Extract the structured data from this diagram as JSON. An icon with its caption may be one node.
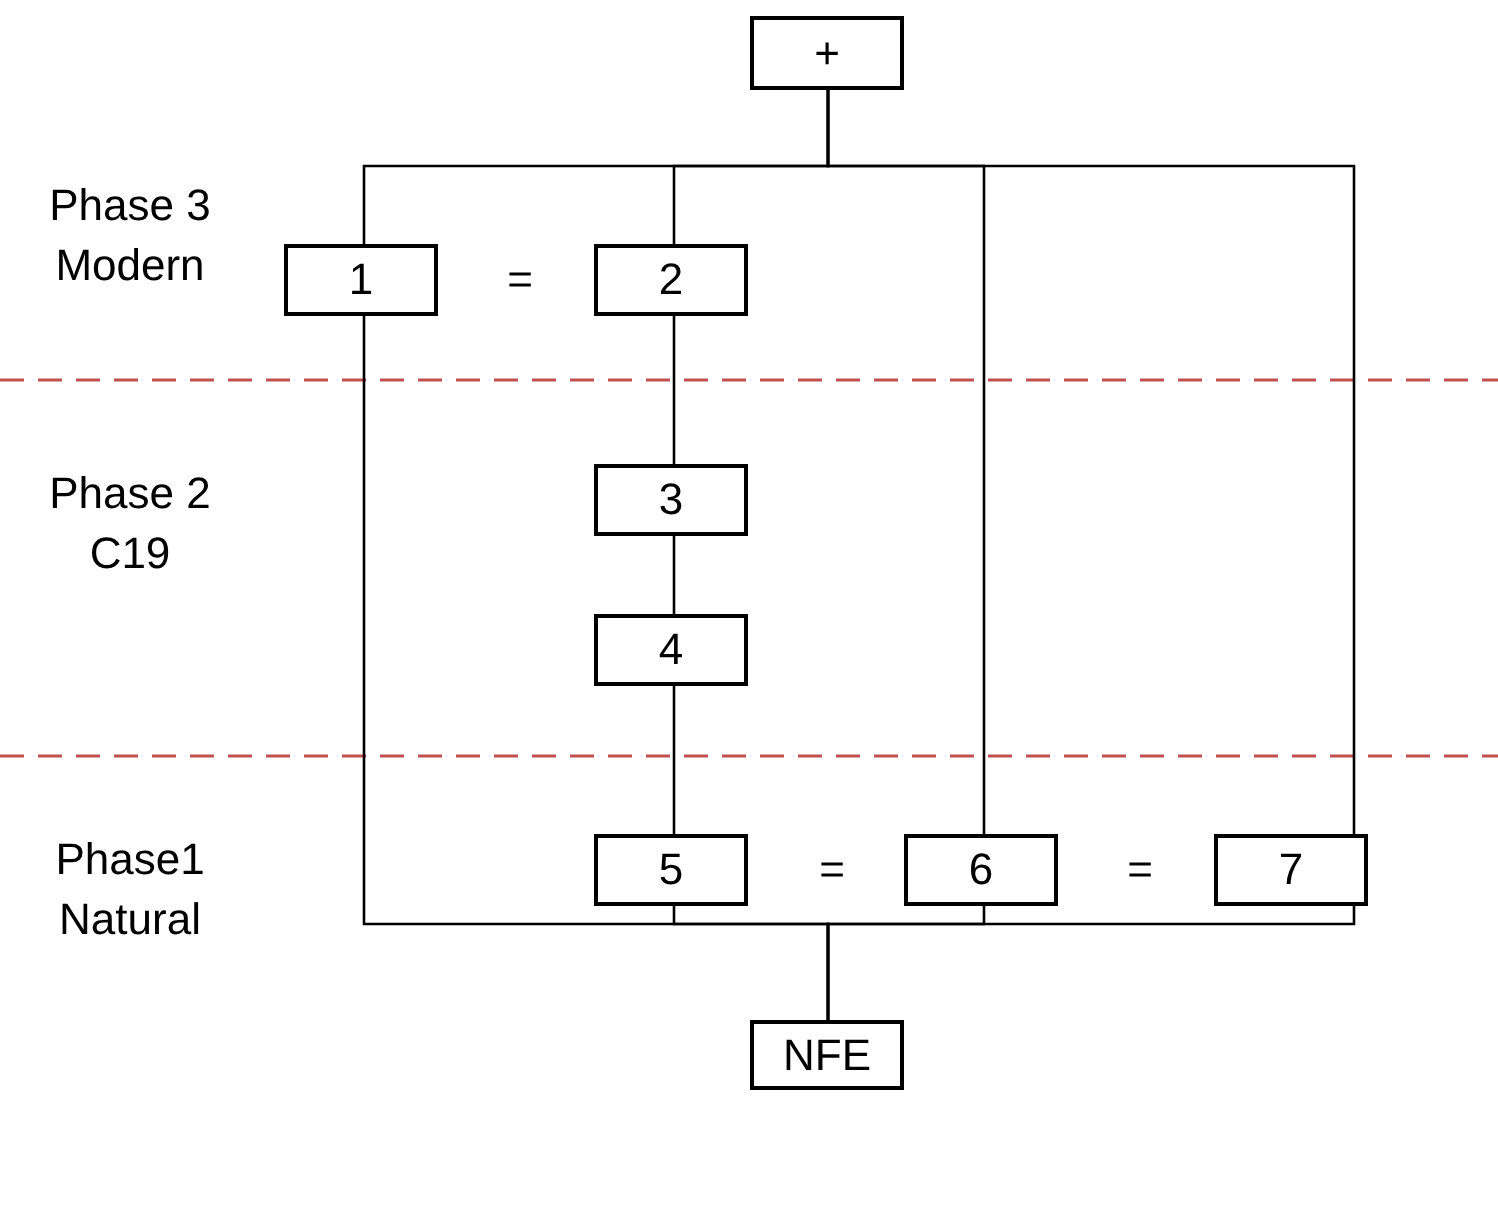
{
  "diagram": {
    "nodes": [
      {
        "text": [
          "+"
        ]
      },
      {
        "text": [
          "1"
        ]
      },
      {
        "text": [
          "2"
        ]
      },
      {
        "text": [
          "3"
        ]
      },
      {
        "text": [
          "4"
        ]
      },
      {
        "text": [
          "5"
        ]
      },
      {
        "text": [
          "6"
        ]
      },
      {
        "text": [
          "7"
        ]
      },
      {
        "text": [
          "NFE"
        ]
      }
    ],
    "edges": [
      {
        "from": 0,
        "to": 1,
        "arrow": "none"
      },
      {
        "from": 0,
        "to": 2,
        "arrow": "none"
      },
      {
        "from": 0,
        "to": 6,
        "arrow": "none"
      },
      {
        "from": 0,
        "to": 7,
        "arrow": "none"
      },
      {
        "from": 2,
        "to": 3,
        "arrow": "none"
      },
      {
        "from": 3,
        "to": 4,
        "arrow": "none"
      },
      {
        "from": 4,
        "to": 5,
        "arrow": "none"
      },
      {
        "from": 1,
        "to": 8,
        "arrow": "none"
      },
      {
        "from": 5,
        "to": 8,
        "arrow": "none"
      },
      {
        "from": 6,
        "to": 8,
        "arrow": "none"
      },
      {
        "from": 7,
        "to": 8,
        "arrow": "none"
      }
    ],
    "labels": [
      "Phase 3 Modern",
      "=",
      "Phase 2 C19",
      "Phase1 Natural",
      "=",
      "="
    ]
  }
}
